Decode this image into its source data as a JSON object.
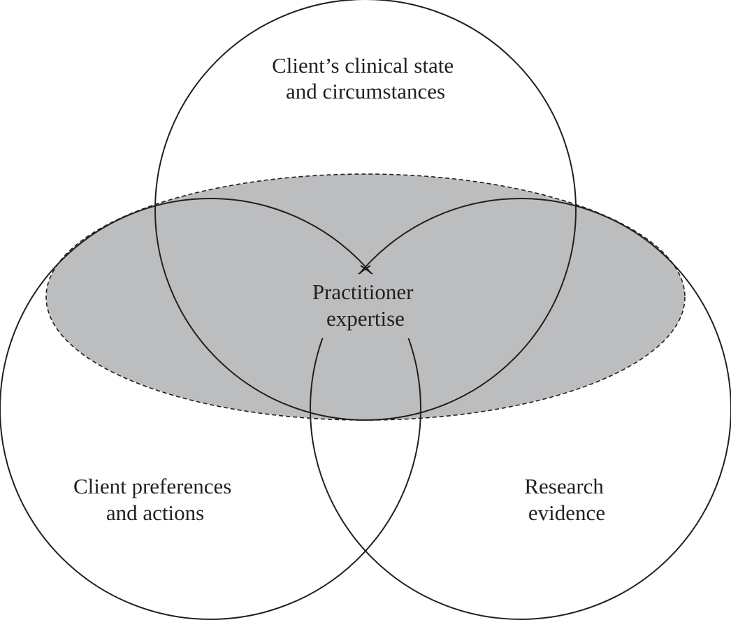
{
  "diagram": {
    "colors": {
      "stroke": "#231f20",
      "ellipse_fill": "#bcbdbf",
      "background": "#ffffff"
    },
    "top_circle": {
      "line1": "Client’s clinical state",
      "line2": "and circumstances"
    },
    "left_circle": {
      "line1": "Client preferences",
      "line2": "and actions"
    },
    "right_circle": {
      "line1": "Research",
      "line2": "evidence"
    },
    "center_ellipse": {
      "line1": "Practitioner",
      "line2": "expertise"
    }
  }
}
